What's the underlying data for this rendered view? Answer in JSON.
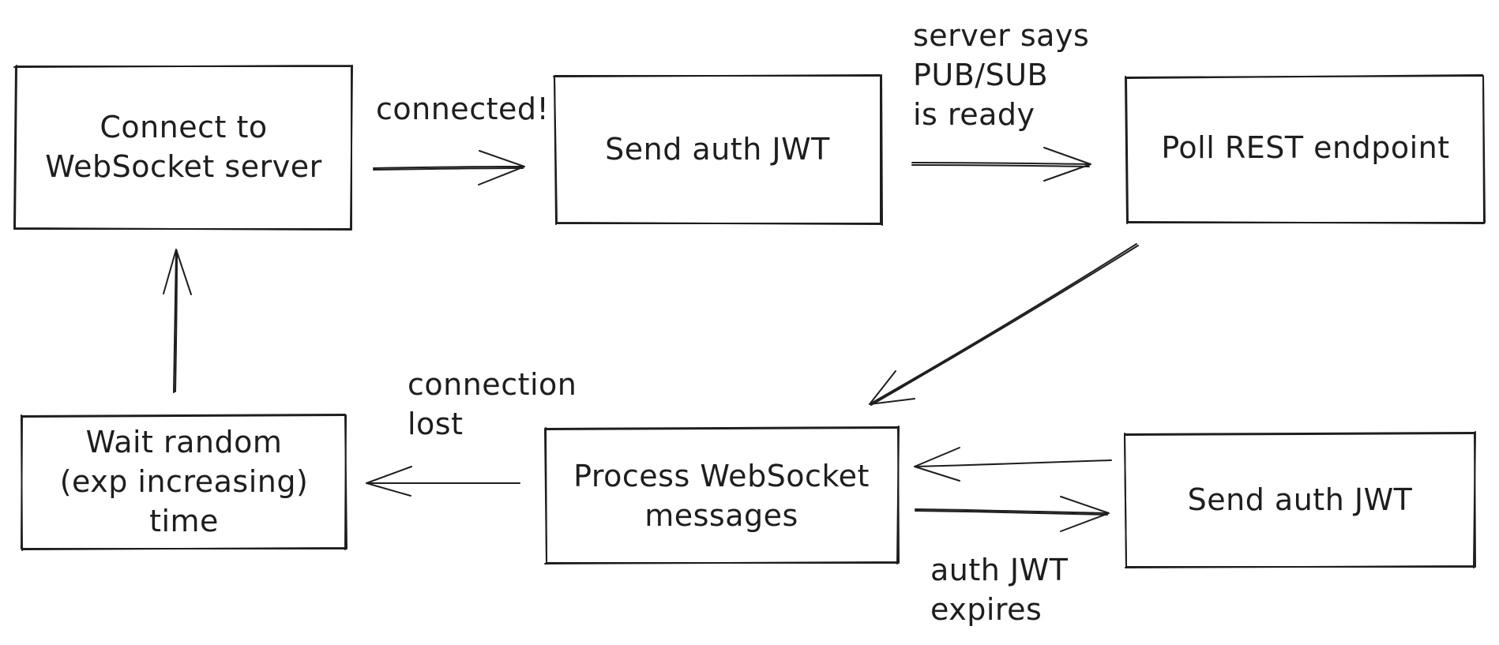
{
  "nodes": {
    "connect": "Connect to\nWebSocket server",
    "send_auth_top": "Send auth JWT",
    "poll": "Poll REST endpoint",
    "process": "Process WebSocket\nmessages",
    "send_auth_bottom": "Send auth JWT",
    "wait": "Wait random\n(exp increasing)\ntime"
  },
  "edge_labels": {
    "connected": "connected!",
    "pubsub_ready": "server says\nPUB/SUB\nis ready",
    "connection_lost": "connection\nlost",
    "jwt_expires": "auth JWT\nexpires"
  },
  "colors": {
    "stroke": "#1e1e1e",
    "background": "#ffffff"
  }
}
